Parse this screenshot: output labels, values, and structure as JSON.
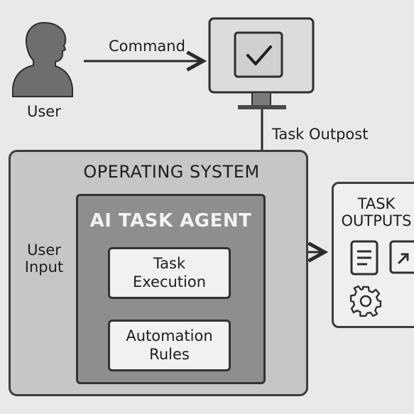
{
  "user": {
    "label": "User"
  },
  "command": {
    "label": "Command"
  },
  "computer": {
    "screen_icon": "checkmark-icon"
  },
  "task_outpost": {
    "label": "Task Outpost"
  },
  "operating_system": {
    "title": "OPERATING SYSTEM"
  },
  "ai_agent": {
    "title": "AI TASK AGENT"
  },
  "user_input": {
    "label_line1": "User",
    "label_line2": "Input"
  },
  "task_execution": {
    "line1": "Task",
    "line2": "Execution"
  },
  "automation_rules": {
    "line1": "Automation",
    "line2": "Rules"
  },
  "task_outputs": {
    "title_line1": "TASK",
    "title_line2": "OUTPUTS",
    "icons": [
      "document-icon",
      "expand-icon",
      "gear-icon"
    ]
  }
}
